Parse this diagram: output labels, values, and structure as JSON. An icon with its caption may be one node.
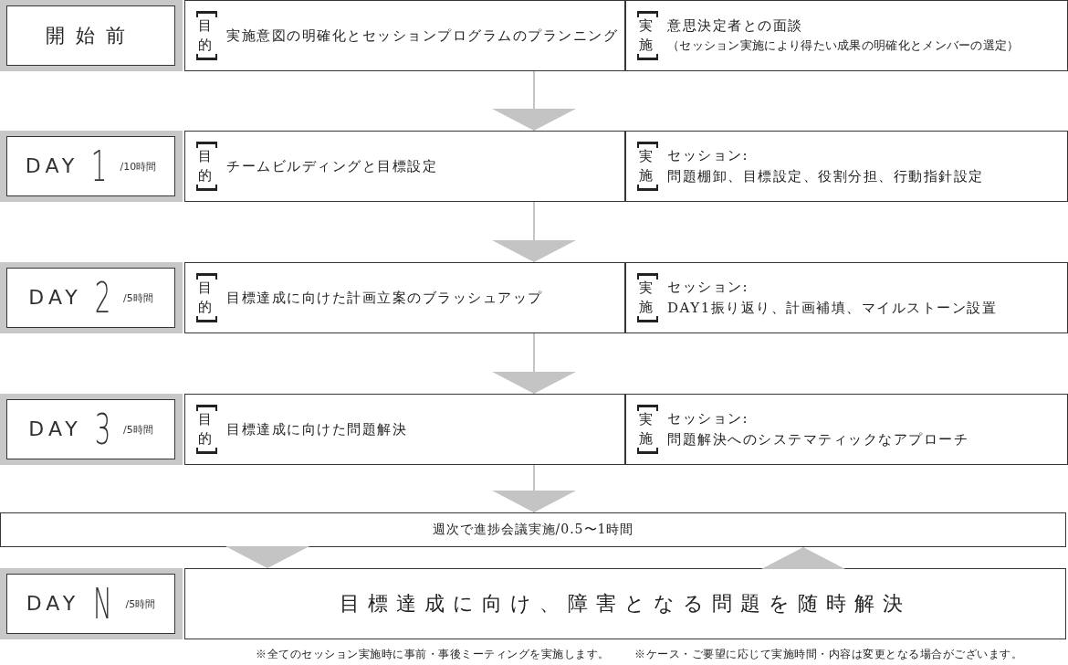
{
  "diagram": {
    "nodes": [
      {
        "text": [
          "開始前"
        ]
      },
      {
        "text": [
          "目的",
          "実施意図の明確化とセッションプログラムのプランニング"
        ]
      },
      {
        "text": [
          "実施",
          "意思決定者との面談",
          "（セッション実施により得たい成果の明確化とメンバーの選定）"
        ]
      },
      {
        "text": [
          "DAY",
          "1",
          "/10時間"
        ]
      },
      {
        "text": [
          "目的",
          "チームビルディングと目標設定"
        ]
      },
      {
        "text": [
          "実施",
          "セッション:",
          "問題棚卸、目標設定、役割分担、行動指針設定"
        ]
      },
      {
        "text": [
          "DAY",
          "2",
          "/5時間"
        ]
      },
      {
        "text": [
          "目的",
          "目標達成に向けた計画立案のブラッシュアップ"
        ]
      },
      {
        "text": [
          "実施",
          "セッション:",
          "DAY1振り返り、計画補填、マイルストーン設置"
        ]
      },
      {
        "text": [
          "DAY",
          "3",
          "/5時間"
        ]
      },
      {
        "text": [
          "目的",
          "目標達成に向けた問題解決"
        ]
      },
      {
        "text": [
          "実施",
          "セッション:",
          "問題解決へのシステマティックなアプローチ"
        ]
      },
      {
        "text": [
          "週次で進捗会議実施/0.5〜1時間"
        ]
      },
      {
        "text": [
          "DAY",
          "N",
          "/5時間"
        ]
      },
      {
        "text": [
          "目標達成に向け、障害となる問題を随時解決"
        ]
      }
    ],
    "edges": [
      {
        "from": 1,
        "to": 4,
        "arrow": "to"
      },
      {
        "from": 4,
        "to": 7,
        "arrow": "to"
      },
      {
        "from": 7,
        "to": 10,
        "arrow": "to"
      },
      {
        "from": 10,
        "to": 12,
        "arrow": "to"
      },
      {
        "from": 12,
        "to": 14,
        "arrow": "to"
      },
      {
        "from": 14,
        "to": 12,
        "arrow": "to"
      }
    ],
    "labels": [
      "※全てのセッション実施時に事前・事後ミーティングを実施します。",
      "※ケース・ご要望に応じて実施時間・内容は変更となる場合がございます。"
    ]
  }
}
